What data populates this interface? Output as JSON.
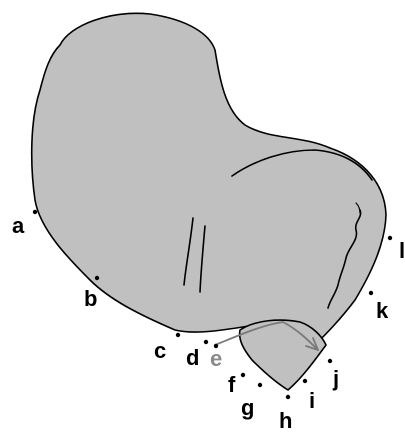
{
  "colors": {
    "shape_fill": "#c0c0c0",
    "outline": "#000000",
    "arrow": "#7a7a7a",
    "label_muted": "#8a8a8a"
  },
  "points": [
    {
      "id": "a",
      "label": "a"
    },
    {
      "id": "b",
      "label": "b"
    },
    {
      "id": "c",
      "label": "c"
    },
    {
      "id": "d",
      "label": "d"
    },
    {
      "id": "e",
      "label": "e"
    },
    {
      "id": "f",
      "label": "f"
    },
    {
      "id": "g",
      "label": "g"
    },
    {
      "id": "h",
      "label": "h"
    },
    {
      "id": "i",
      "label": "i"
    },
    {
      "id": "j",
      "label": "j"
    },
    {
      "id": "k",
      "label": "k"
    },
    {
      "id": "l",
      "label": "l"
    }
  ]
}
